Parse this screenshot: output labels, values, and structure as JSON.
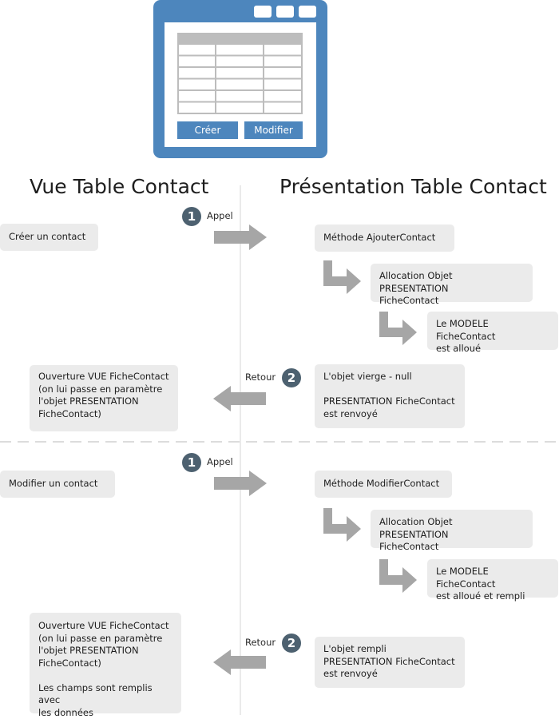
{
  "window": {
    "create_label": "Créer",
    "modify_label": "Modifier",
    "colors": {
      "frame": "#4d86bd",
      "grid": "#bdbdbd",
      "button": "#4d86bd"
    }
  },
  "headings": {
    "left": "Vue Table Contact",
    "right": "Présentation Table Contact"
  },
  "section1": {
    "badge_call": "1",
    "call_label": "Appel",
    "action": "Créer un contact",
    "method": "Méthode AjouterContact",
    "allocation": [
      "Allocation Objet PRESENTATION",
      "FicheContact"
    ],
    "model": [
      "Le MODELE FicheContact",
      "est alloué"
    ],
    "badge_return": "2",
    "return_label": "Retour",
    "return_box": [
      "L'objet vierge - null",
      "",
      "PRESENTATION FicheContact",
      "est renvoyé"
    ],
    "open_view": [
      "Ouverture VUE FicheContact",
      "(on lui passe en paramètre",
      "l'objet PRESENTATION",
      "FicheContact)"
    ]
  },
  "section2": {
    "badge_call": "1",
    "call_label": "Appel",
    "action": "Modifier un contact",
    "method": "Méthode ModifierContact",
    "allocation": [
      "Allocation Objet PRESENTATION",
      "FicheContact"
    ],
    "model": [
      "Le MODELE FicheContact",
      "est alloué et rempli"
    ],
    "badge_return": "2",
    "return_label": "Retour",
    "return_box": [
      "L'objet rempli",
      "PRESENTATION FicheContact",
      "est renvoyé"
    ],
    "open_view": [
      "Ouverture VUE FicheContact",
      "(on lui passe en paramètre",
      "l'objet PRESENTATION",
      "FicheContact)",
      "",
      "Les champs sont remplis avec",
      "les données"
    ]
  },
  "colors": {
    "box": "#ebebeb",
    "arrow": "#a6a6a6",
    "badge": "#4d6170",
    "divider": "#dcdcdc"
  }
}
